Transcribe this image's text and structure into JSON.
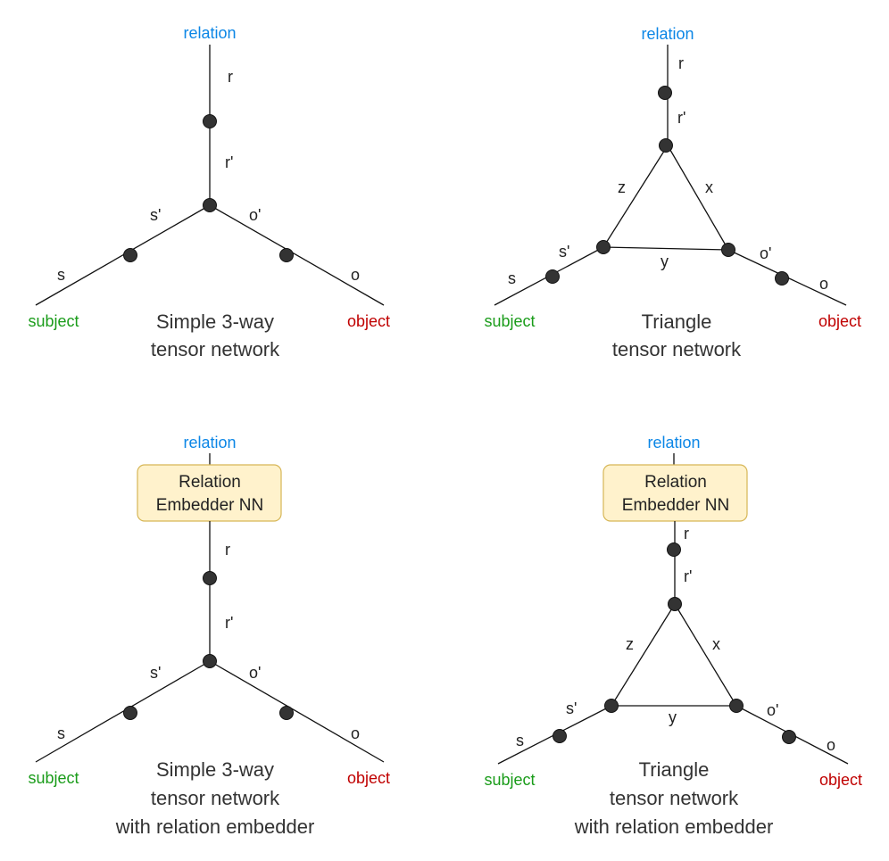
{
  "colors": {
    "relation": "#0b86e6",
    "subject": "#1a9c1a",
    "object": "#c00000",
    "node": "#333333",
    "edge": "#111111",
    "embedder_fill": "#fff2cc",
    "embedder_stroke": "#d6b656"
  },
  "panels": [
    {
      "relation_label": "relation",
      "subject_label": "subject",
      "object_label": "object",
      "edge_labels": {
        "r": "r",
        "r_prime": "r'",
        "s": "s",
        "s_prime": "s'",
        "o": "o",
        "o_prime": "o'"
      },
      "caption": [
        "Simple 3-way",
        "tensor network"
      ]
    },
    {
      "relation_label": "relation",
      "subject_label": "subject",
      "object_label": "object",
      "edge_labels": {
        "r": "r",
        "r_prime": "r'",
        "s": "s",
        "s_prime": "s'",
        "o": "o",
        "o_prime": "o'",
        "x": "x",
        "y": "y",
        "z": "z"
      },
      "caption": [
        "Triangle",
        "tensor network"
      ]
    },
    {
      "relation_label": "relation",
      "subject_label": "subject",
      "object_label": "object",
      "embedder": [
        "Relation",
        "Embedder NN"
      ],
      "edge_labels": {
        "r": "r",
        "r_prime": "r'",
        "s": "s",
        "s_prime": "s'",
        "o": "o",
        "o_prime": "o'"
      },
      "caption": [
        "Simple 3-way",
        "tensor network",
        "with relation embedder"
      ]
    },
    {
      "relation_label": "relation",
      "subject_label": "subject",
      "object_label": "object",
      "embedder": [
        "Relation",
        "Embedder NN"
      ],
      "edge_labels": {
        "r": "r",
        "r_prime": "r'",
        "s": "s",
        "s_prime": "s'",
        "o": "o",
        "o_prime": "o'",
        "x": "x",
        "y": "y",
        "z": "z"
      },
      "caption": [
        "Triangle",
        "tensor network",
        "with relation embedder"
      ]
    }
  ]
}
